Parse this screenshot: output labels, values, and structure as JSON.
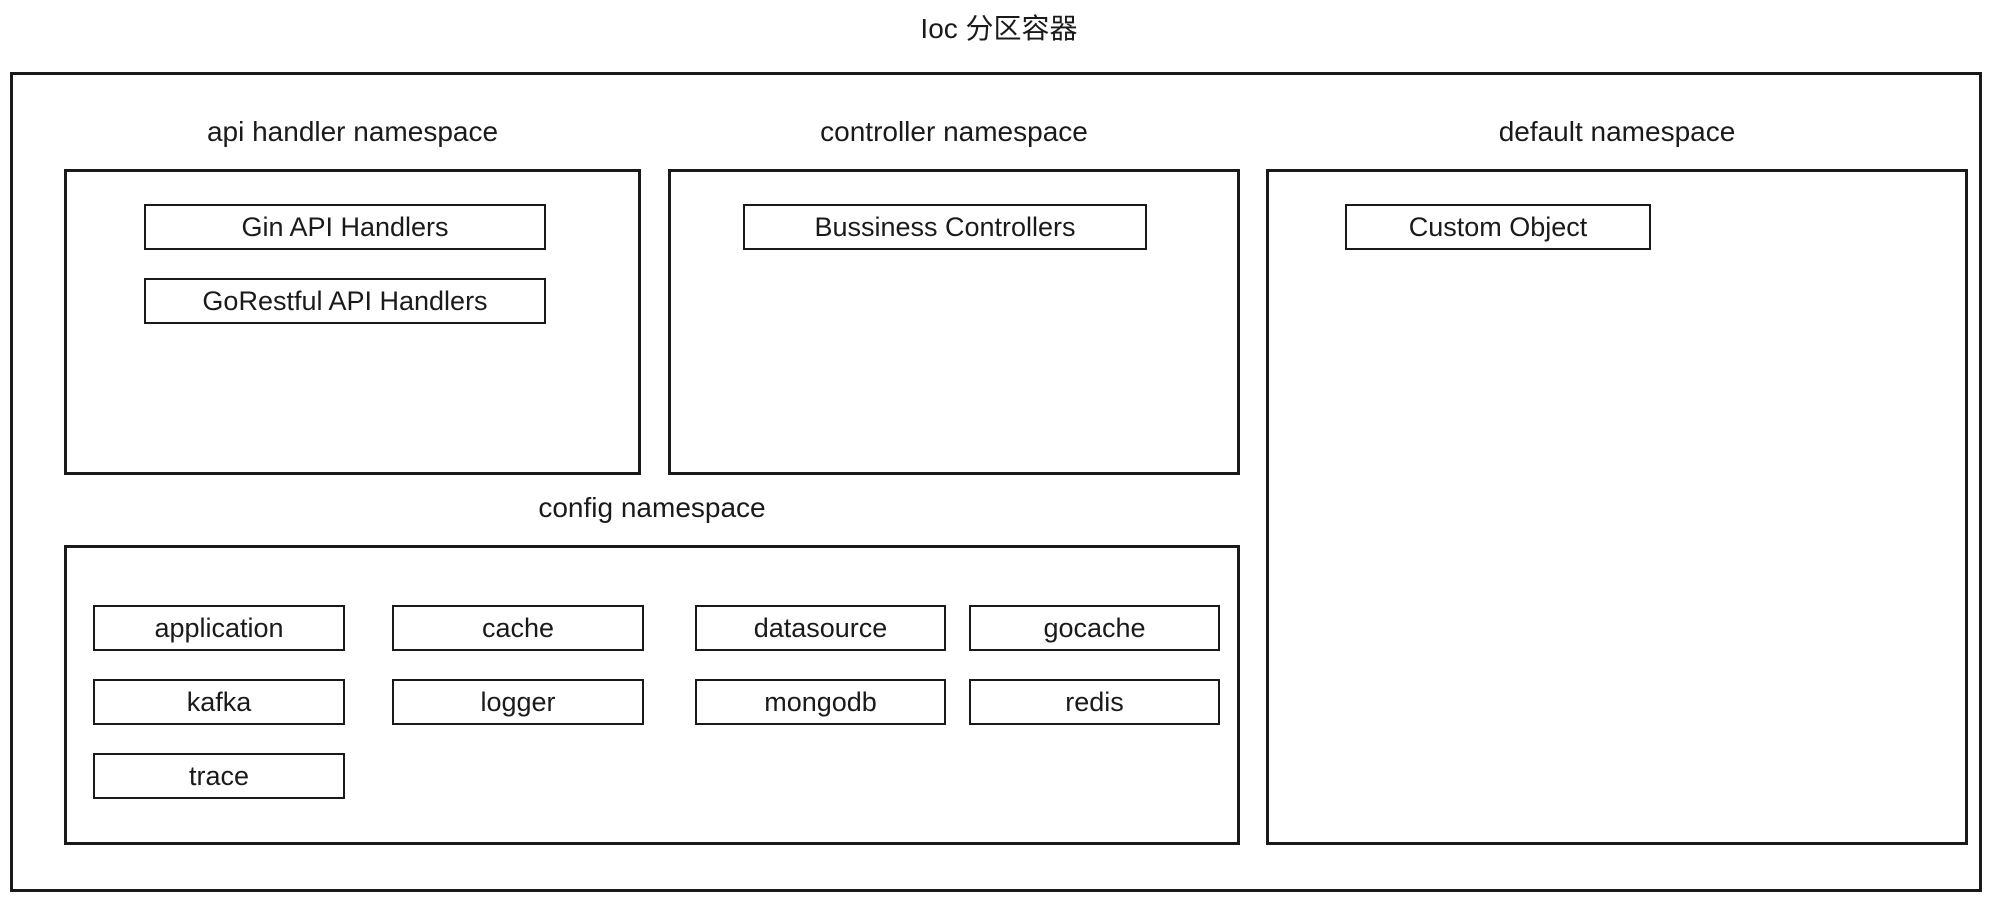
{
  "title": "Ioc 分区容器",
  "colors": {
    "stroke": "#1a1a1a",
    "background": "#ffffff",
    "text": "#1a1a1a"
  },
  "namespaces": {
    "api_handler": {
      "label": "api handler namespace",
      "items": [
        "Gin API Handlers",
        "GoRestful API Handlers"
      ]
    },
    "controller": {
      "label": "controller namespace",
      "items": [
        "Bussiness Controllers"
      ]
    },
    "default": {
      "label": "default namespace",
      "items": [
        "Custom Object"
      ]
    },
    "config": {
      "label": "config namespace",
      "items": [
        "application",
        "cache",
        "datasource",
        "gocache",
        "kafka",
        "logger",
        "mongodb",
        "redis",
        "trace"
      ]
    }
  }
}
